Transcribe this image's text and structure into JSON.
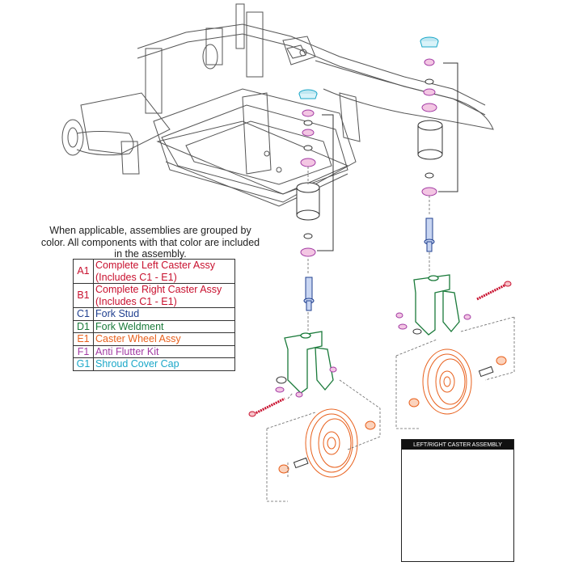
{
  "note": "When applicable, assemblies are grouped by color. All components with that color are included in the assembly.",
  "legend": [
    {
      "code": "A1",
      "description": "Complete Left Caster Assy (Includes C1 - E1)",
      "color": "#c8102e"
    },
    {
      "code": "B1",
      "description": "Complete Right Caster Assy (Includes C1 - E1)",
      "color": "#c8102e"
    },
    {
      "code": "C1",
      "description": "Fork Stud",
      "color": "#1f3f8f"
    },
    {
      "code": "D1",
      "description": "Fork Weldment",
      "color": "#1a7a3a"
    },
    {
      "code": "E1",
      "description": "Caster Wheel Assy",
      "color": "#e8601c"
    },
    {
      "code": "F1",
      "description": "Anti Flutter Kit",
      "color": "#a23aa3"
    },
    {
      "code": "G1",
      "description": "Shroud Cover Cap",
      "color": "#1aa7c8"
    }
  ],
  "inset": {
    "title": "LEFT/RIGHT CASTER ASSEMBLY"
  },
  "colors": {
    "line": "#333333",
    "frame": "#555555"
  }
}
